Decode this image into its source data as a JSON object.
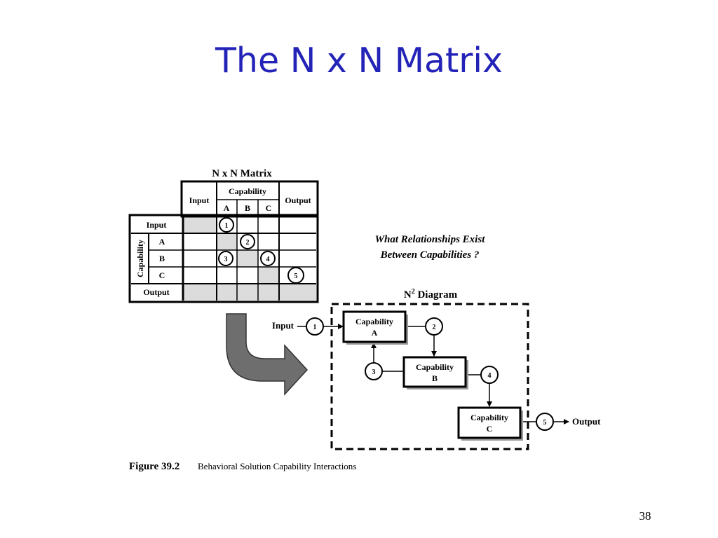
{
  "slide": {
    "title": "The N x N Matrix",
    "page_number": "38"
  },
  "matrix": {
    "title": "N x N Matrix",
    "col_headers": {
      "input": "Input",
      "capability": "Capability",
      "output": "Output",
      "sub": [
        "A",
        "B",
        "C"
      ]
    },
    "row_headers": {
      "input": "Input",
      "capability": "Capability",
      "output": "Output",
      "sub": [
        "A",
        "B",
        "C"
      ]
    },
    "markers": [
      "1",
      "2",
      "3",
      "4",
      "5"
    ]
  },
  "question": {
    "line1": "What Relationships Exist",
    "line2": "Between Capabilities ?"
  },
  "n2_diagram": {
    "title_main": "N",
    "title_sup": "2",
    "title_rest": " Diagram",
    "input_label": "Input",
    "output_label": "Output",
    "boxes": [
      {
        "line1": "Capability",
        "line2": "A"
      },
      {
        "line1": "Capability",
        "line2": "B"
      },
      {
        "line1": "Capability",
        "line2": "C"
      }
    ],
    "nodes": [
      "1",
      "2",
      "3",
      "4",
      "5"
    ]
  },
  "caption": {
    "label": "Figure 39.2",
    "text": "Behavioral Solution Capability Interactions"
  },
  "colors": {
    "title": "#2323b8",
    "shade": "#dcdcdc",
    "arrow": "#6e6e6e"
  }
}
